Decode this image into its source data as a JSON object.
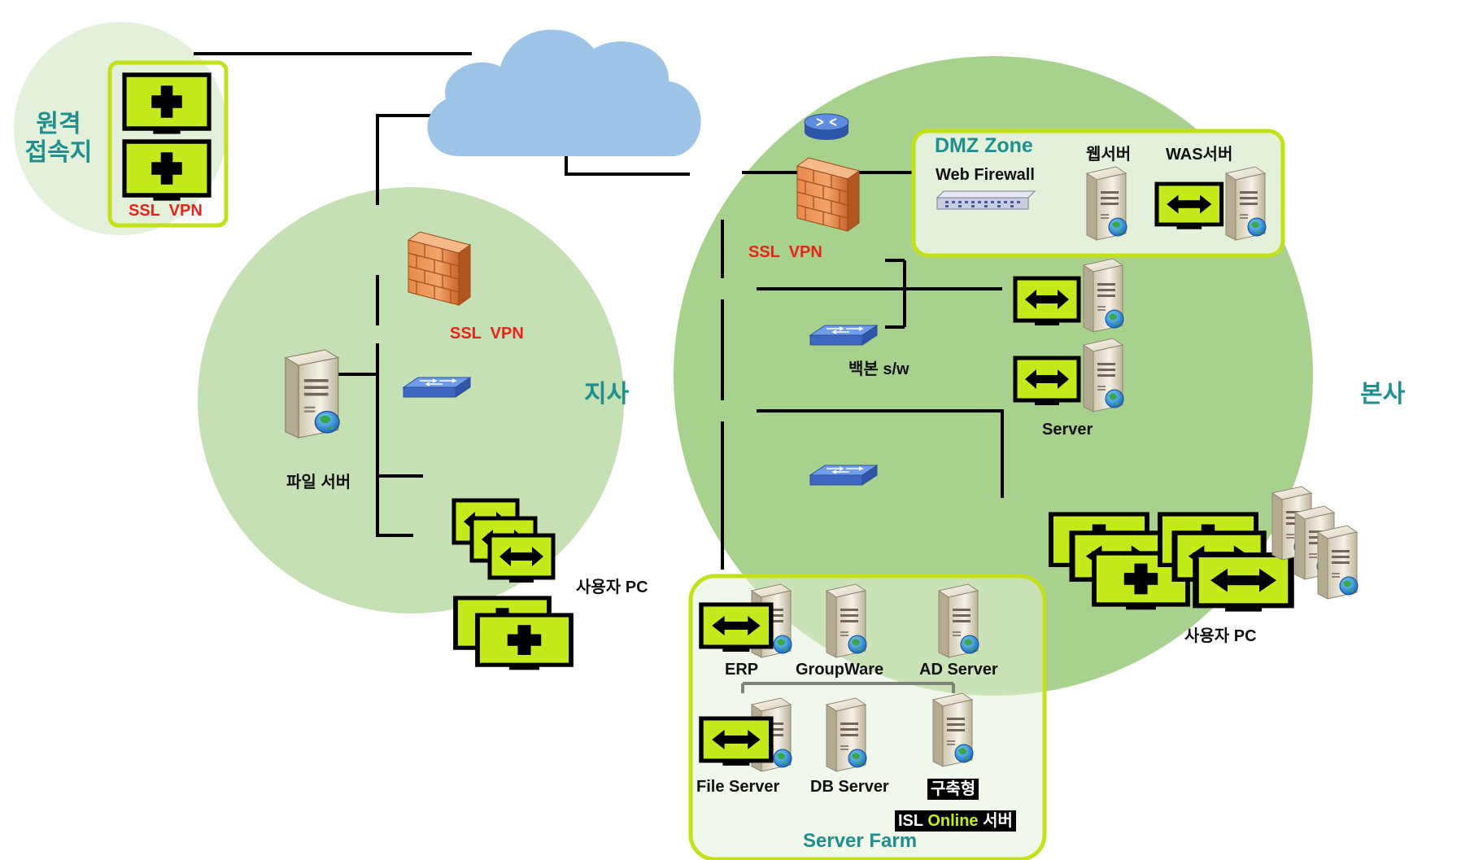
{
  "zones": {
    "remote": "원격\n접속지",
    "branch": "지사",
    "hq": "본사",
    "dmz": "DMZ Zone",
    "server_farm": "Server Farm"
  },
  "labels": {
    "remote_vpn": "SSL  VPN",
    "branch_vpn": "SSL  VPN",
    "hq_vpn": "SSL  VPN",
    "web_firewall": "Web Firewall",
    "web_server": "웹서버",
    "was_server": "WAS서버",
    "backbone_sw": "백본 s/w",
    "server": "Server",
    "file_server_branch": "파일 서버",
    "user_pc_branch": "사용자 PC",
    "user_pc_hq": "사용자 PC",
    "erp": "ERP",
    "groupware": "GroupWare",
    "ad_server": "AD Server",
    "file_server": "File Server",
    "db_server": "DB Server",
    "build_type": "구축형",
    "isl_prefix": "ISL",
    "isl_online": "Online",
    "isl_suffix": "서버"
  },
  "colors": {
    "zone_fill_light": "#e3f0da",
    "zone_fill": "#c5e0b4",
    "zone_fill_hq": "#a9d18e",
    "zone_border": "#c3e11b",
    "monitor_screen": "#c3ea1a",
    "cloud": "#9dc3e6",
    "firewall": "#e07b39",
    "switch": "#4472c4",
    "label_red": "#e8231a",
    "label_teal": "#1f8f8f"
  },
  "icons": [
    "cloud-icon",
    "router-icon",
    "firewall-icon",
    "switch-icon",
    "server-icon",
    "monitor-icon",
    "web-firewall-appliance-icon",
    "globe-icon"
  ]
}
